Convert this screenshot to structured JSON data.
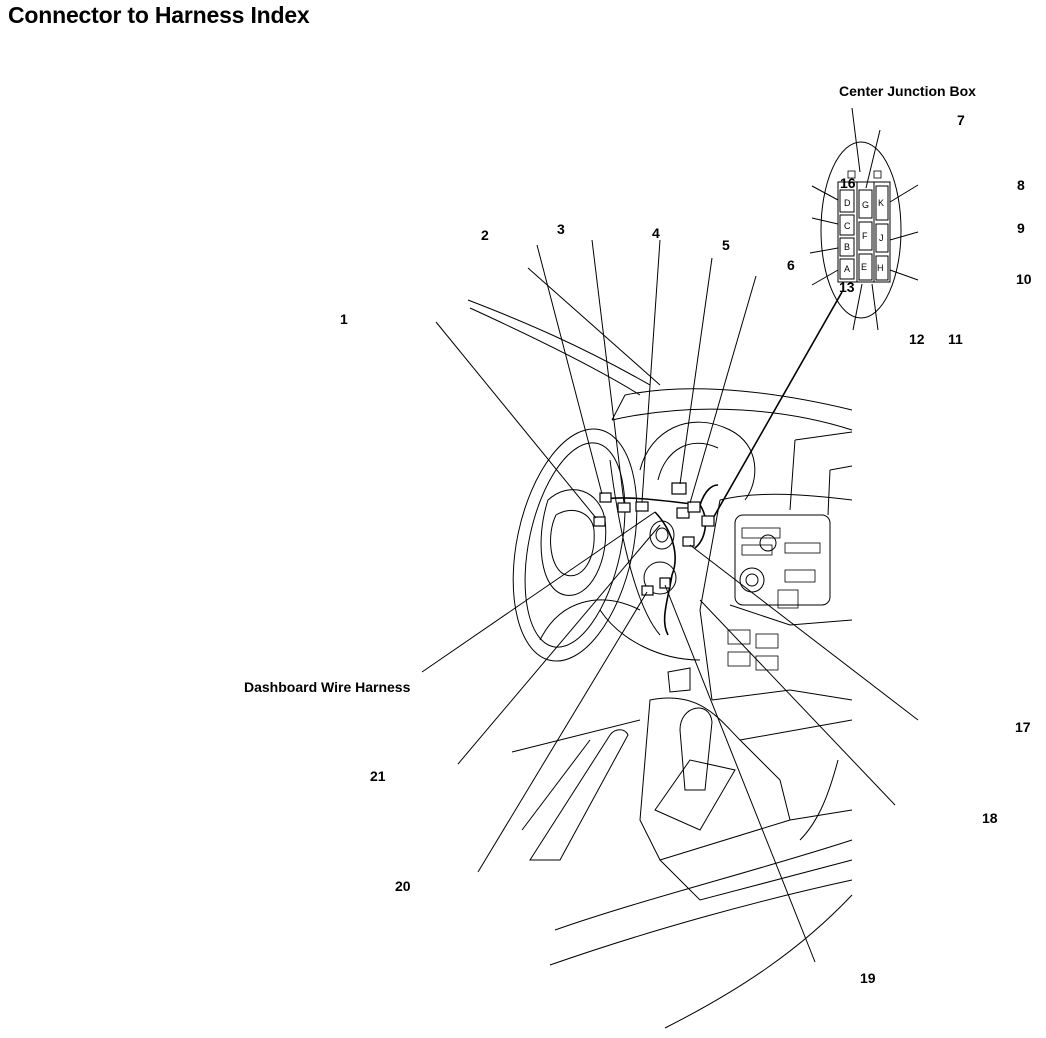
{
  "title": "Connector to Harness Index",
  "labels": {
    "center_junction_box": "Center Junction Box",
    "dashboard_wire_harness": "Dashboard Wire Harness"
  },
  "callouts": [
    "1",
    "2",
    "3",
    "4",
    "5",
    "6",
    "7",
    "8",
    "9",
    "10",
    "11",
    "12",
    "13",
    "16",
    "17",
    "18",
    "19",
    "20",
    "21"
  ],
  "junction_box_pins": [
    "A",
    "B",
    "C",
    "D",
    "E",
    "F",
    "G",
    "H",
    "J",
    "K"
  ]
}
